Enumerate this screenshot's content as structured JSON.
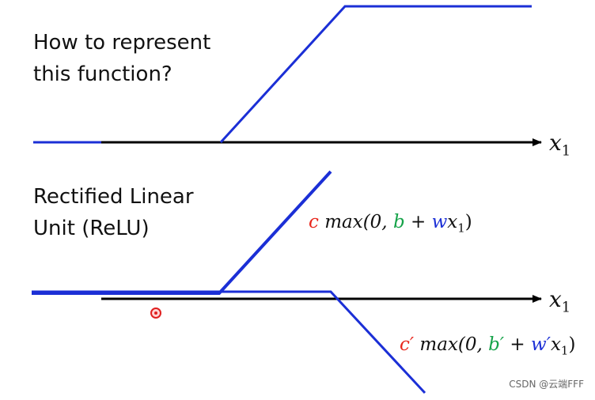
{
  "top_panel": {
    "question_line1": "How to represent",
    "question_line2": "this function?",
    "axis_label": "x",
    "axis_subscript": "1"
  },
  "bottom_panel": {
    "title_line1": "Rectified Linear",
    "title_line2": "Unit (ReLU)",
    "axis_label": "x",
    "axis_subscript": "1",
    "relu1": {
      "c": "c",
      "max": " max(0, ",
      "b": "b",
      "plus": " + ",
      "w": "w",
      "x": "x",
      "sub": "1",
      "close": ")"
    },
    "relu2": {
      "c": "c′",
      "max": " max(0, ",
      "b": "b′",
      "plus": " + ",
      "w": "w′",
      "x": "x",
      "sub": "1",
      "close": ")"
    }
  },
  "colors": {
    "curve": "#1b2fd6",
    "axis": "#000000",
    "c": "#e8251b",
    "b": "#17a34a",
    "w": "#1b2fd6",
    "cursor": "#e02020"
  },
  "watermark": "CSDN @云端FFF"
}
